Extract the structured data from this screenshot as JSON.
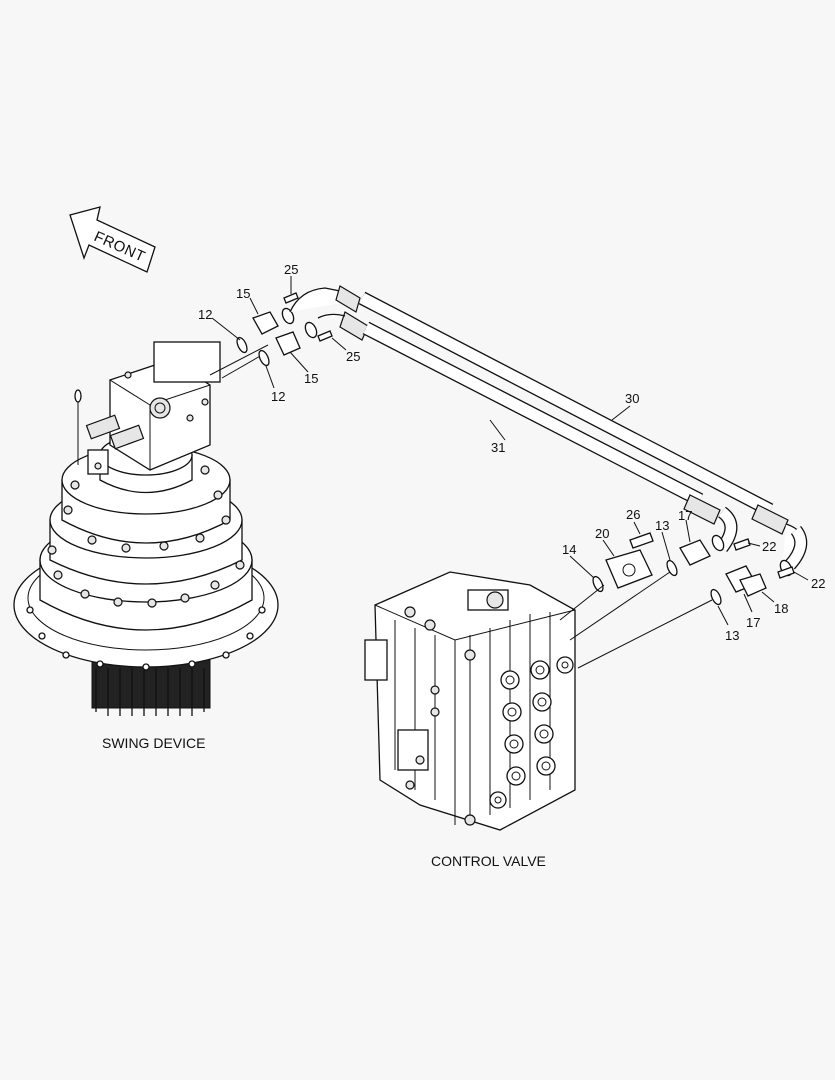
{
  "front_arrow": {
    "text": "FRONT"
  },
  "captions": {
    "swing_device": "SWING DEVICE",
    "control_valve": "CONTROL VALVE"
  },
  "callouts": {
    "c25_top": "25",
    "c15_top": "15",
    "c12_left": "12",
    "c12_bottom": "12",
    "c15_bottom": "15",
    "c25_right": "25",
    "c30": "30",
    "c31": "31",
    "c26": "26",
    "c20": "20",
    "c14": "14",
    "c13_top": "13",
    "c17_top": "17",
    "c22_top": "22",
    "c22_right": "22",
    "c18": "18",
    "c17_bottom": "17",
    "c13_bottom": "13"
  }
}
